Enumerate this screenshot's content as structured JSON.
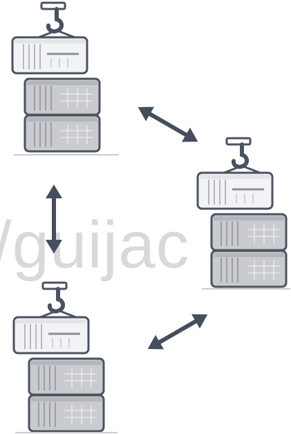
{
  "diagram": {
    "watermark_text": "/guijac",
    "nodes": [
      {
        "id": "stack-top-left"
      },
      {
        "id": "stack-right"
      },
      {
        "id": "stack-bottom-left"
      }
    ],
    "edges": [
      {
        "from": "stack-top-left",
        "to": "stack-right",
        "kind": "bidirectional"
      },
      {
        "from": "stack-top-left",
        "to": "stack-bottom-left",
        "kind": "bidirectional"
      },
      {
        "from": "stack-bottom-left",
        "to": "stack-right",
        "kind": "bidirectional"
      }
    ],
    "colors": {
      "outline": "#4a5260",
      "arrow": "#454e5c",
      "container_hanging_fill": "#f2f3f5",
      "container_stacked_fill": "#c9cbcf",
      "stripe": "#9a9ea5",
      "base_line": "#c8ccd2",
      "watermark": "#d9d9d9"
    },
    "icons": [
      "crane-hook-icon",
      "shipping-container-icon",
      "double-arrow-icon"
    ]
  }
}
